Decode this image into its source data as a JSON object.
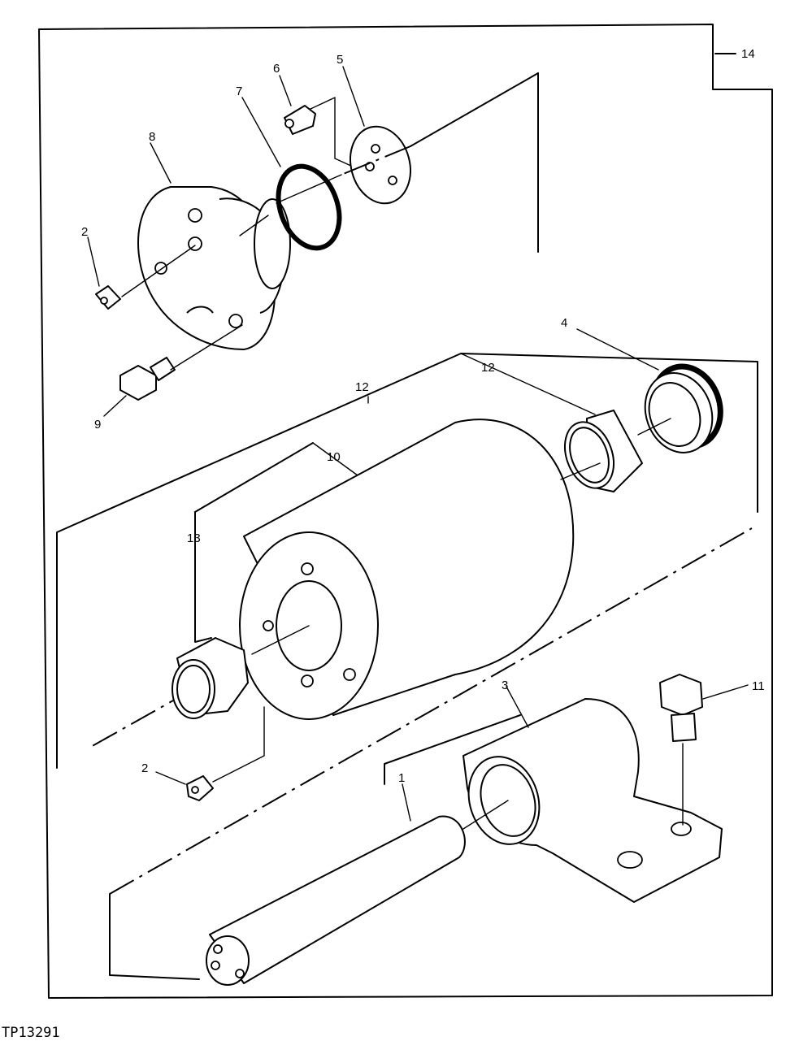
{
  "figure_code": "TP13291",
  "callouts": [
    {
      "id": "c1",
      "text": "1"
    },
    {
      "id": "c2a",
      "text": "2"
    },
    {
      "id": "c2b",
      "text": "2"
    },
    {
      "id": "c3",
      "text": "3"
    },
    {
      "id": "c4",
      "text": "4"
    },
    {
      "id": "c5",
      "text": "5"
    },
    {
      "id": "c6",
      "text": "6"
    },
    {
      "id": "c7",
      "text": "7"
    },
    {
      "id": "c8",
      "text": "8"
    },
    {
      "id": "c9",
      "text": "9"
    },
    {
      "id": "c10",
      "text": "10"
    },
    {
      "id": "c11",
      "text": "11"
    },
    {
      "id": "c12a",
      "text": "12"
    },
    {
      "id": "c12b",
      "text": "12"
    },
    {
      "id": "c13",
      "text": "13"
    },
    {
      "id": "c14",
      "text": "14"
    }
  ]
}
